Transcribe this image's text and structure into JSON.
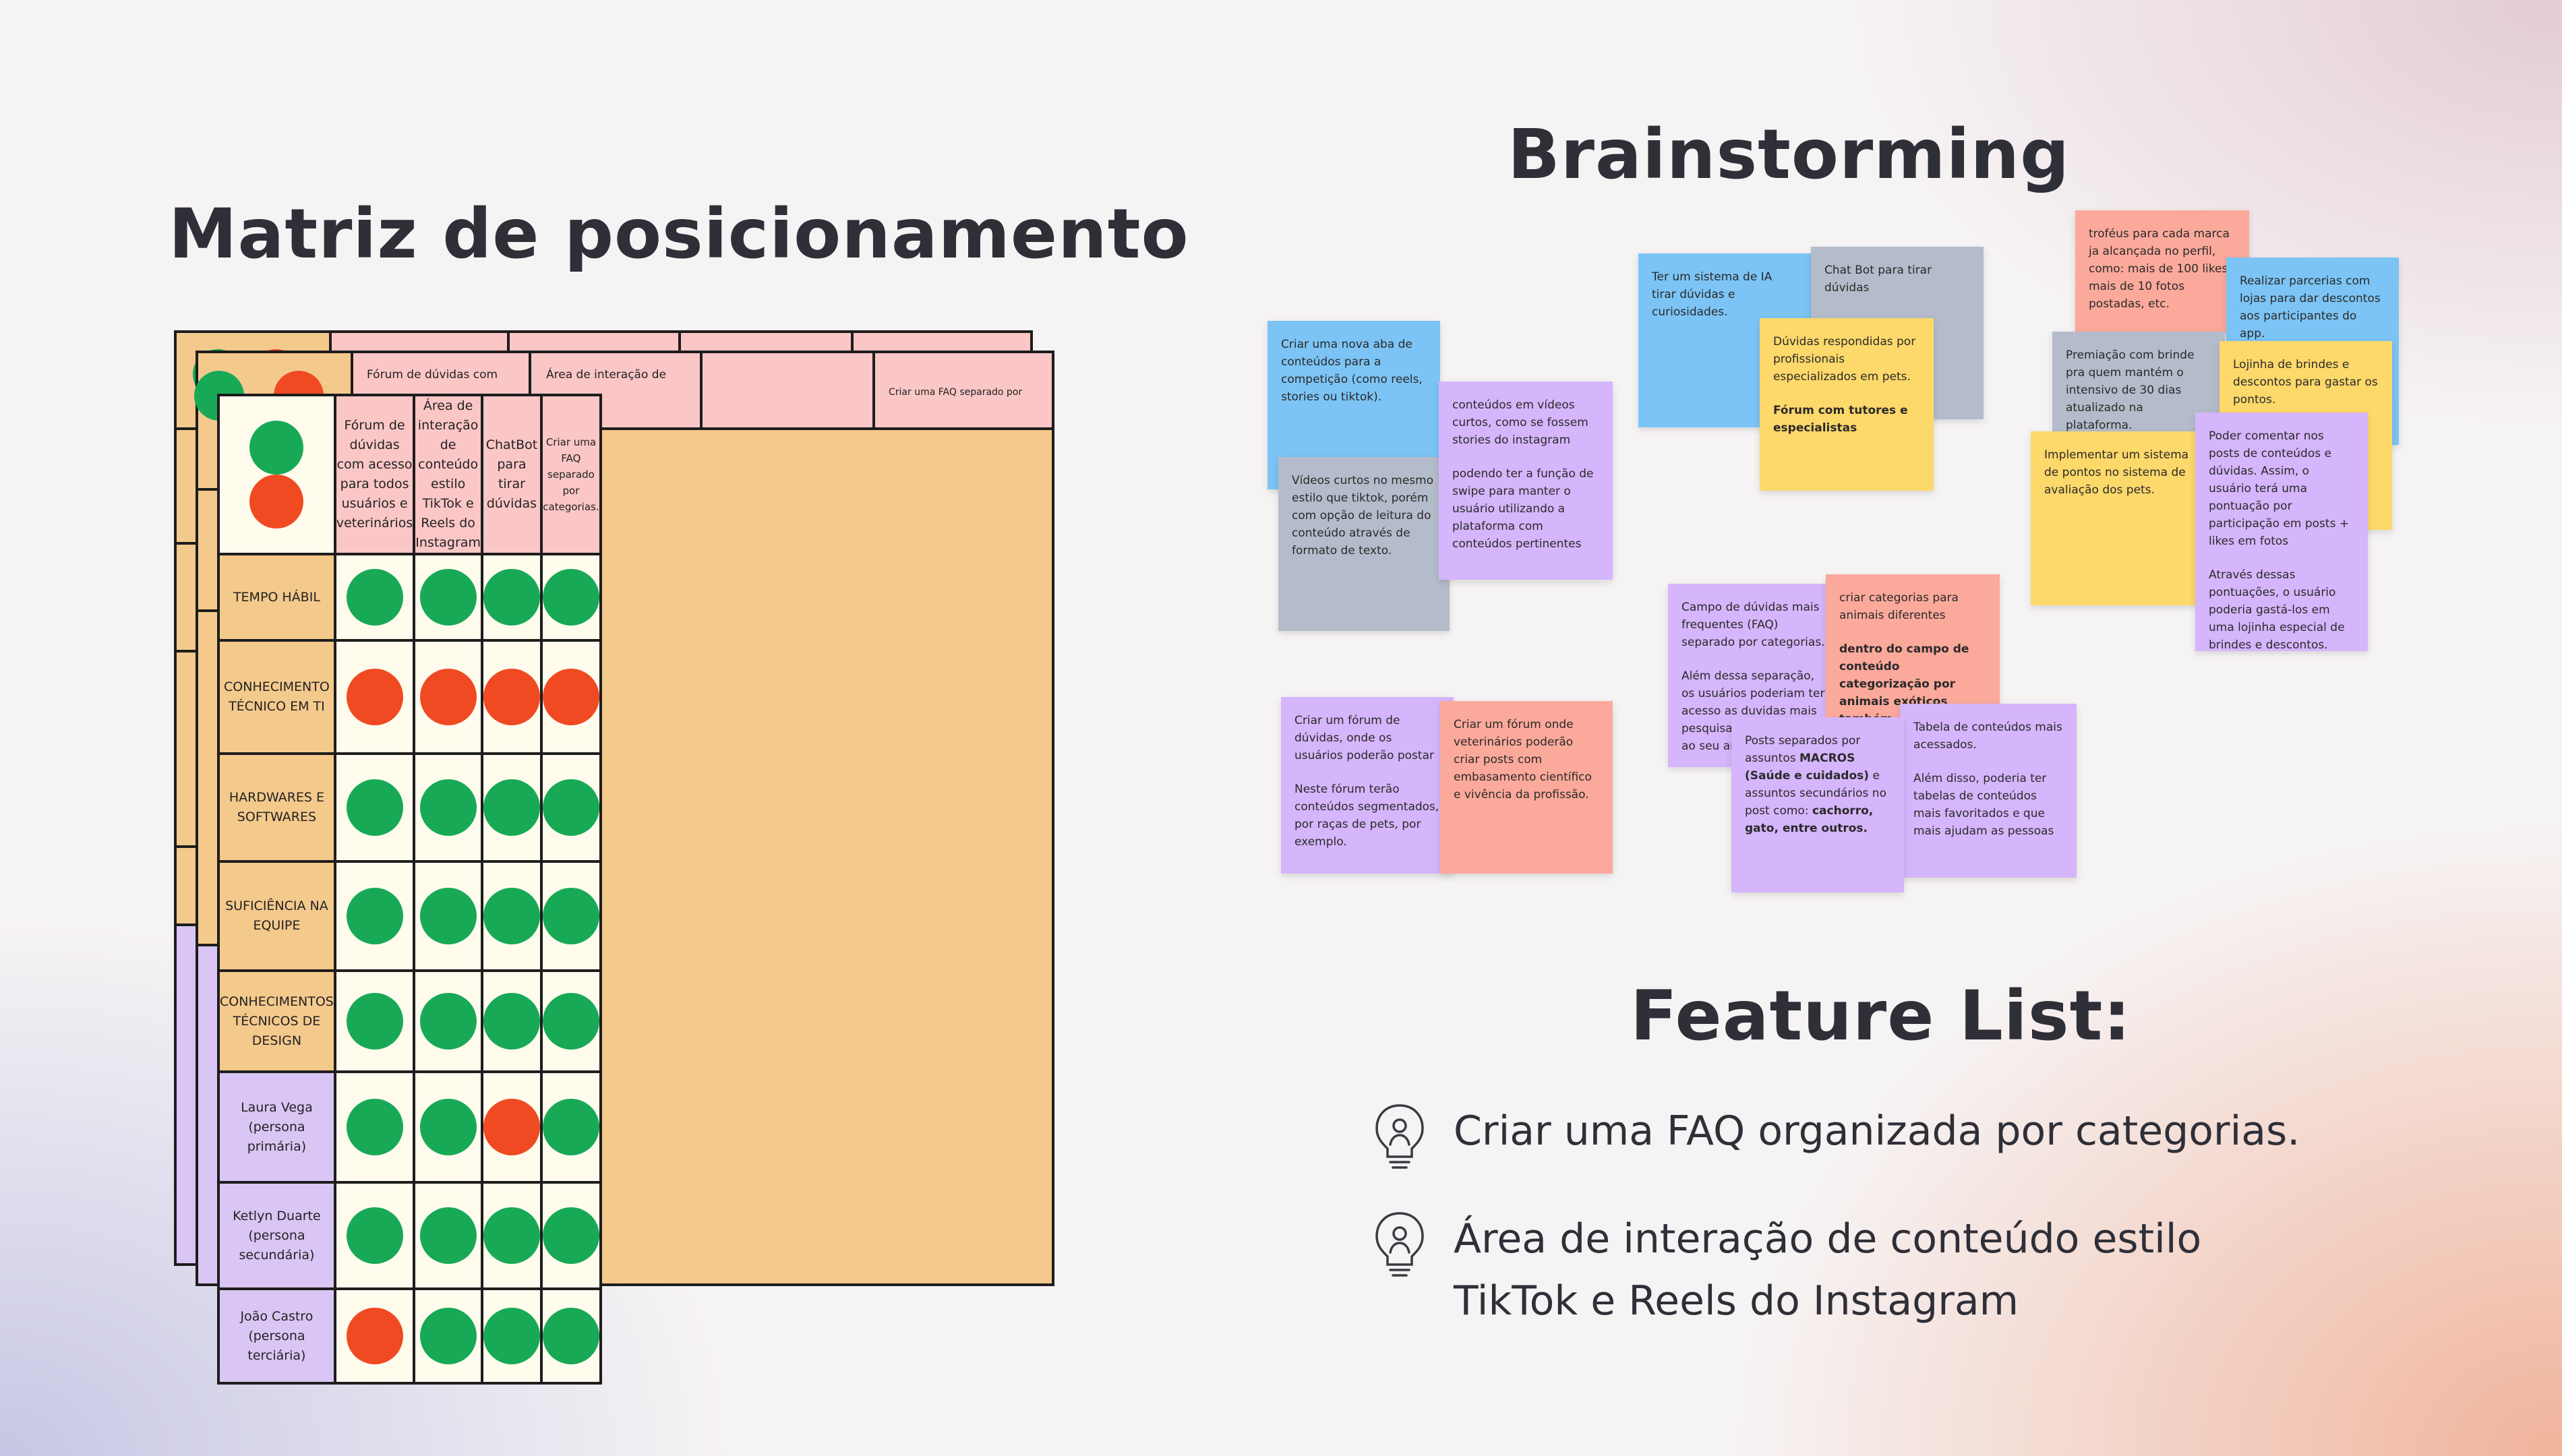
{
  "titles": {
    "matrix": "Matriz de posicionamento",
    "brainstorm": "Brainstorming",
    "features": "Feature List:"
  },
  "colors": {
    "green": "#18a957",
    "red": "#f04a22",
    "header_pink": "#fbc6c6",
    "criteria_orange": "#f4c98c",
    "persona_lavender": "#d9c6f4",
    "cell_cream": "#fffcee"
  },
  "matrix": {
    "corner_dots": [
      "green",
      "red"
    ],
    "columns": [
      "Fórum de dúvidas com acesso para todos usuários e veterinários",
      "Área de interação de conteúdo estilo TikTok e Reels do Instagram",
      "ChatBot para tirar dúvidas",
      "Criar uma FAQ separado por categorias."
    ],
    "back_headers": [
      "Fórum de dúvidas com",
      "Área de interação de",
      "Criar uma FAQ separado por"
    ],
    "rows": [
      {
        "label": "TEMPO HÁBIL",
        "type": "criteria",
        "values": [
          "green",
          "green",
          "green",
          "green"
        ]
      },
      {
        "label": "CONHECIMENTO TÉCNICO EM TI",
        "type": "criteria",
        "values": [
          "red",
          "red",
          "red",
          "red"
        ]
      },
      {
        "label": "HARDWARES E SOFTWARES",
        "type": "criteria",
        "values": [
          "green",
          "green",
          "green",
          "green"
        ]
      },
      {
        "label": "SUFICIÊNCIA NA EQUIPE",
        "type": "criteria",
        "values": [
          "green",
          "green",
          "green",
          "green"
        ]
      },
      {
        "label": "CONHECIMENTOS TÉCNICOS DE DESIGN",
        "type": "criteria",
        "values": [
          "green",
          "green",
          "green",
          "green"
        ]
      },
      {
        "label": "Laura Vega (persona primária)",
        "type": "persona",
        "values": [
          "green",
          "green",
          "red",
          "green"
        ]
      },
      {
        "label": "Ketlyn Duarte (persona secundária)",
        "type": "persona",
        "values": [
          "green",
          "green",
          "green",
          "green"
        ]
      },
      {
        "label": "João Castro (persona terciária)",
        "type": "persona",
        "values": [
          "red",
          "green",
          "green",
          "green"
        ]
      }
    ]
  },
  "stickies": {
    "s1": "Criar uma nova aba de conteúdos para a competição (como reels, stories ou tiktok).",
    "s2": "Vídeos curtos no mesmo estilo que tiktok, porém com opção de leitura do conteúdo através de formato de texto.",
    "s3a": "conteúdos em vídeos curtos, como se fossem stories do instagram",
    "s3b": "podendo ter a função de swipe para manter o usuário utilizando a plataforma com conteúdos pertinentes",
    "s4": "Ter um sistema de IA tirar dúvidas e curiosidades.",
    "s5": "Chat Bot para tirar dúvidas",
    "s6a": "Dúvidas respondidas por profissionais especializados em pets.",
    "s6b": "Fórum com tutores e especialistas",
    "s7": "troféus para cada marca ja alcançada no perfil, como: mais de 100 likes, mais de 10 fotos postadas, etc.",
    "s8": "Realizar parcerias com lojas para dar descontos aos participantes do app.",
    "s9": "Premiação com brinde pra quem mantém o intensivo de 30 dias atualizado na plataforma.",
    "s10": "Lojinha de brindes e descontos para gastar os pontos.",
    "s11": "Implementar um sistema de pontos no sistema de avaliação dos pets.",
    "s12a": "Poder comentar nos posts de conteúdos e dúvidas. Assim, o usuário terá uma pontuação por participação em posts + likes em fotos",
    "s12b": "Através dessas pontuações, o usuário poderia gastá-los em uma lojinha especial de brindes e descontos.",
    "s13a": "Campo de dúvidas mais frequentes (FAQ) separado por categorias.",
    "s13b": "Além dessa separação, os usuários poderiam ter acesso as duvidas mais pesquisa\nao seu ar",
    "s14a": "criar categorias para animais diferentes",
    "s14b": "dentro do campo de conteúdo categorização por animais exóticos também",
    "s15a": "Criar um fórum de dúvidas, onde os usuários poderão postar",
    "s15b": "Neste fórum terão conteúdos segmentados, por raças de pets, por exemplo.",
    "s16": "Criar um fórum onde veterinários poderão criar posts com embasamento científico e vivência da profissão.",
    "s17_pre": "Posts separados por assuntos ",
    "s17_b1": "MACROS (Saúde e cuidados)",
    "s17_mid": " e assuntos secundários no post como: ",
    "s17_b2": "cachorro, gato, entre outros.",
    "s18a": "Tabela de conteúdos mais acessados.",
    "s18b": "Além disso, poderia ter tabelas de conteúdos mais favoritados e que mais ajudam as pessoas"
  },
  "features": [
    {
      "icon": "lightbulb-user-icon",
      "text": "Criar uma FAQ organizada por categorias."
    },
    {
      "icon": "lightbulb-user-icon",
      "text": "Área de interação de conteúdo estilo\nTikTok e Reels do Instagram"
    }
  ]
}
